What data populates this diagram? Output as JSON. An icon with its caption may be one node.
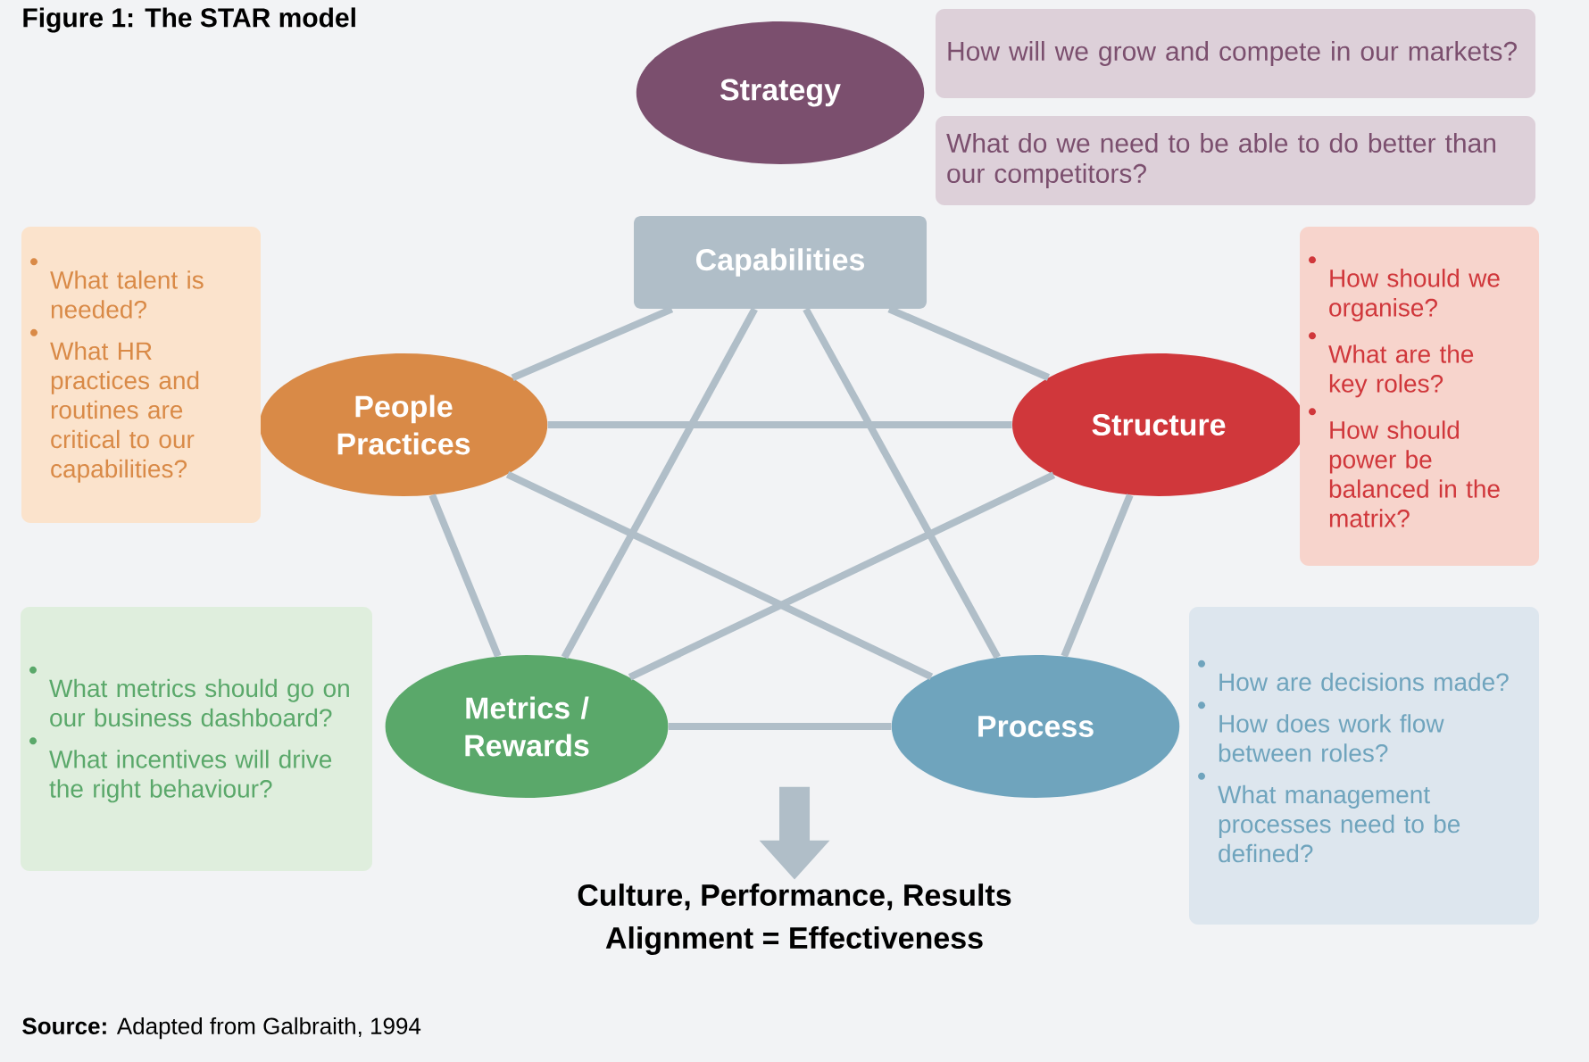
{
  "diagram": {
    "title": "Figure 1: The STAR model",
    "caption": "**Source:** Adapted from Galbraith, 1994",
    "nodes": [
      {
        "text": [
          "Strategy"
        ]
      },
      {
        "text": [
          "Capabilities"
        ]
      },
      {
        "text": [
          "People Practices"
        ]
      },
      {
        "text": [
          "Structure"
        ]
      },
      {
        "text": [
          "Metrics / Rewards"
        ]
      },
      {
        "text": [
          "Process"
        ]
      },
      {
        "text": [
          "How will we grow and compete in our markets?"
        ]
      },
      {
        "text": [
          "What do we need to be able to do better than our competitors?"
        ]
      },
      {
        "text": [
          "What talent is needed?",
          "What HR practices and routines are critical to our capabilities?"
        ]
      },
      {
        "text": [
          "How should we organise?",
          "What are the key roles?",
          "How should power be balanced in the matrix?"
        ]
      },
      {
        "text": [
          "What metrics should go on our business dashboard?",
          "What incentives will drive the right behaviour?"
        ]
      },
      {
        "text": [
          "How are decisions made?",
          "How does work flow between roles?",
          "What management processes need to be defined?"
        ]
      },
      {
        "text": [
          "Culture, Performance, Results",
          "Alignment = Effectiveness"
        ]
      }
    ],
    "edges": [
      {
        "from": 1,
        "to": 2,
        "arrow": "none"
      },
      {
        "from": 1,
        "to": 3,
        "arrow": "none"
      },
      {
        "from": 1,
        "to": 4,
        "arrow": "none"
      },
      {
        "from": 1,
        "to": 5,
        "arrow": "none"
      },
      {
        "from": 2,
        "to": 3,
        "arrow": "none"
      },
      {
        "from": 2,
        "to": 4,
        "arrow": "none"
      },
      {
        "from": 2,
        "to": 5,
        "arrow": "none"
      },
      {
        "from": 3,
        "to": 4,
        "arrow": "none"
      },
      {
        "from": 3,
        "to": 5,
        "arrow": "none"
      },
      {
        "from": 4,
        "to": 5,
        "arrow": "none"
      },
      {
        "from": null,
        "to": 12,
        "arrow": "to",
        "style": "thick"
      }
    ]
  }
}
